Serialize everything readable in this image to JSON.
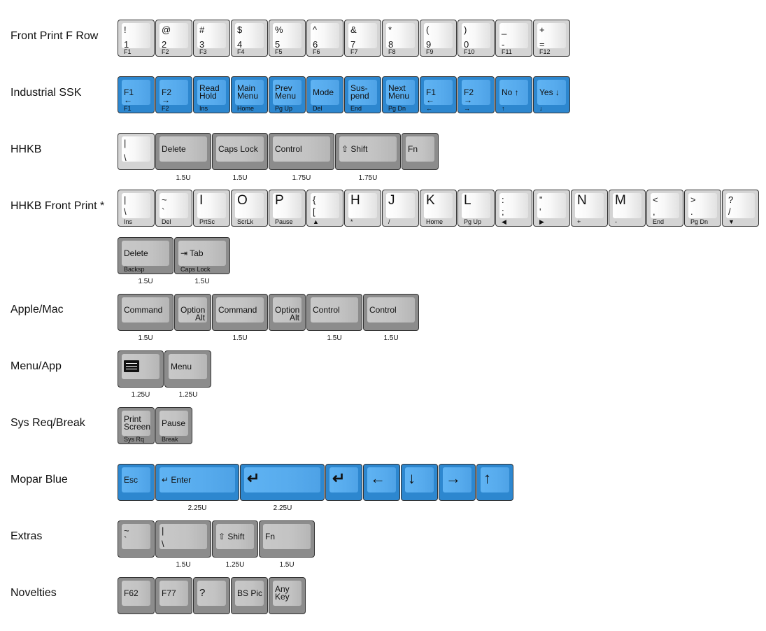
{
  "rows": {
    "front_print_f_row": {
      "label": "Front Print F Row",
      "keys": [
        {
          "shift": "!",
          "base": "1",
          "front": "F1"
        },
        {
          "shift": "@",
          "base": "2",
          "front": "F2"
        },
        {
          "shift": "#",
          "base": "3",
          "front": "F3"
        },
        {
          "shift": "$",
          "base": "4",
          "front": "F4"
        },
        {
          "shift": "%",
          "base": "5",
          "front": "F5"
        },
        {
          "shift": "^",
          "base": "6",
          "front": "F6"
        },
        {
          "shift": "&",
          "base": "7",
          "front": "F7"
        },
        {
          "shift": "*",
          "base": "8",
          "front": "F8"
        },
        {
          "shift": "(",
          "base": "9",
          "front": "F9"
        },
        {
          "shift": ")",
          "base": "0",
          "front": "F10"
        },
        {
          "shift": "_",
          "base": "-",
          "front": "F11"
        },
        {
          "shift": "+",
          "base": "=",
          "front": "F12"
        }
      ]
    },
    "industrial_ssk": {
      "label": "Industrial SSK",
      "keys": [
        {
          "top": "F1",
          "bottom": "←",
          "front": "F1"
        },
        {
          "top": "F2",
          "bottom": "→",
          "front": "F2"
        },
        {
          "top": "Read",
          "bottom": "Hold",
          "front": "Ins"
        },
        {
          "top": "Main",
          "bottom": "Menu",
          "front": "Home"
        },
        {
          "top": "Prev",
          "bottom": "Menu",
          "front": "Pg Up"
        },
        {
          "center": "Mode",
          "front": "Del"
        },
        {
          "top": "Sus-",
          "bottom": "pend",
          "front": "End"
        },
        {
          "top": "Next",
          "bottom": "Menu",
          "front": "Pg Dn"
        },
        {
          "top": "F1",
          "bottom": "←",
          "front": "←"
        },
        {
          "top": "F2",
          "bottom": "→",
          "front": "→"
        },
        {
          "center": "No  ↑",
          "front": "↑"
        },
        {
          "center": "Yes ↓",
          "front": "↓"
        }
      ]
    },
    "hhkb": {
      "label": "HHKB",
      "keys": [
        {
          "top": "|",
          "bottom": "\\"
        },
        {
          "center": "Delete"
        },
        {
          "center": "Caps Lock"
        },
        {
          "center": "Control"
        },
        {
          "center": "⇧ Shift"
        },
        {
          "center": "Fn"
        }
      ],
      "widths": [
        "1.5U",
        "1.5U",
        "1.75U",
        "1.75U"
      ]
    },
    "hhkb_front_print": {
      "label": "HHKB Front Print *",
      "keys": [
        {
          "top": "|",
          "bottom": "\\",
          "front": "Ins"
        },
        {
          "top": "~",
          "bottom": "`",
          "front": "Del"
        },
        {
          "big": "I",
          "front": "PrtSc"
        },
        {
          "big": "O",
          "front": "ScrLk"
        },
        {
          "big": "P",
          "front": "Pause"
        },
        {
          "top": "{",
          "bottom": "[",
          "front": "▲"
        },
        {
          "big": "H",
          "front": "*"
        },
        {
          "big": "J",
          "front": "/"
        },
        {
          "big": "K",
          "front": "Home"
        },
        {
          "big": "L",
          "front": "Pg Up"
        },
        {
          "top": ":",
          "bottom": ";",
          "front": "◀"
        },
        {
          "top": "\"",
          "bottom": "'",
          "front": "▶"
        },
        {
          "big": "N",
          "front": "+"
        },
        {
          "big": "M",
          "front": "-"
        },
        {
          "top": "<",
          "bottom": ",",
          "front": "End"
        },
        {
          "top": ">",
          "bottom": ".",
          "front": "Pg Dn"
        },
        {
          "top": "?",
          "bottom": "/",
          "front": "▼"
        }
      ],
      "extra_keys": [
        {
          "center": "Delete",
          "front": "Backsp"
        },
        {
          "center": "⇥ Tab",
          "front": "Caps Lock"
        }
      ],
      "widths": [
        "1.5U",
        "1.5U"
      ]
    },
    "apple_mac": {
      "label": "Apple/Mac",
      "keys": [
        {
          "center": "Command"
        },
        {
          "top": "Option",
          "bottom": "Alt"
        },
        {
          "center": "Command"
        },
        {
          "top": "Option",
          "bottom": "Alt"
        },
        {
          "center": "Control"
        },
        {
          "center": "Control"
        }
      ],
      "widths": [
        "1.5U",
        "1.5U",
        "1.5U",
        "1.5U"
      ]
    },
    "menu_app": {
      "label": "Menu/App",
      "keys": [
        {
          "icon": "menu-list-icon"
        },
        {
          "center": "Menu"
        }
      ],
      "widths": [
        "1.25U",
        "1.25U"
      ]
    },
    "sys_req_break": {
      "label": "Sys Req/Break",
      "keys": [
        {
          "top": "Print",
          "bottom": "Screen",
          "front": "Sys Rq"
        },
        {
          "center": "Pause",
          "front": "Break"
        }
      ]
    },
    "mopar_blue": {
      "label": "Mopar Blue",
      "keys": [
        {
          "center": "Esc"
        },
        {
          "center": "↵ Enter"
        },
        {
          "big": "↵"
        },
        {
          "big": "↵"
        },
        {
          "big": "←"
        },
        {
          "big": "↓"
        },
        {
          "big": "→"
        },
        {
          "big": "↑"
        }
      ],
      "widths": [
        "2.25U",
        "2.25U"
      ]
    },
    "extras": {
      "label": "Extras",
      "keys": [
        {
          "top": "~",
          "bottom": "`"
        },
        {
          "top": "|",
          "bottom": "\\"
        },
        {
          "center": "⇧ Shift"
        },
        {
          "center": "Fn"
        }
      ],
      "widths": [
        "1.5U",
        "1.25U",
        "1.5U"
      ]
    },
    "novelties": {
      "label": "Novelties",
      "keys": [
        {
          "center": "F62"
        },
        {
          "center": "F77"
        },
        {
          "big": "?"
        },
        {
          "center": "BS Pic"
        },
        {
          "top": "Any",
          "bottom": "Key"
        }
      ]
    }
  },
  "colors": {
    "white_key_frame": "#d4d4d4",
    "gray_key_frame": "#8c8c8c",
    "blue_key_frame": "#2d87cf",
    "blue_key_top": "#5fb3f3"
  }
}
